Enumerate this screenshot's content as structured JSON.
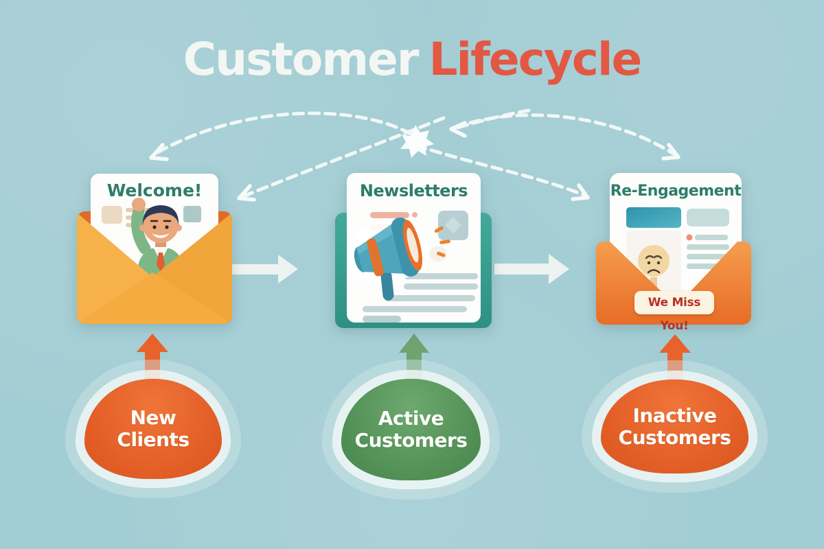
{
  "title": {
    "word1": "Customer",
    "word2": "Lifecycle"
  },
  "stages": [
    {
      "card_title": "Welcome!",
      "audience_line1": "New",
      "audience_line2": "Clients"
    },
    {
      "card_title": "Newsletters",
      "audience_line1": "Active",
      "audience_line2": "Customers"
    },
    {
      "card_title": "Re-Engagement",
      "badge": "We Miss You!",
      "audience_line1": "Inactive",
      "audience_line2": "Customers"
    }
  ],
  "palette": {
    "background": "#a3cdd4",
    "title_primary": "#f3f6f2",
    "title_accent": "#e25843",
    "card_heading_teal": "#2d7d6a",
    "envelope_yellow": "#f2a93c",
    "envelope_deep_orange": "#e06a26",
    "newsletter_teal": "#3aa093",
    "reengage_orange": "#ee7a2e",
    "blob_orange": "#e8622c",
    "blob_green": "#579a58",
    "badge_bg": "#fdf3e2",
    "badge_text": "#b23327",
    "flow_arrow_white": "#edf3f0"
  }
}
